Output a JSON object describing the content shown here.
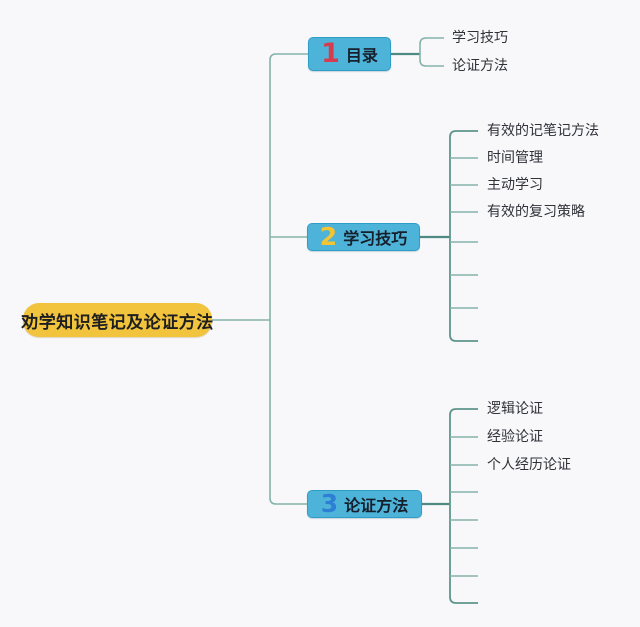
{
  "title": "劝学知识笔记及论证方法思维导图",
  "colors": {
    "background": "#f8f8fb",
    "root_fill": "#f2c33d",
    "branch_fill": "#4eb3d8",
    "line_light": "#85b3ab",
    "line_dark": "#4e8a81",
    "number_1": "#d63c4e",
    "number_2": "#f3c433",
    "number_3": "#2d7fd6"
  },
  "root": {
    "label": "劝学知识笔记及论证方法"
  },
  "branches": [
    {
      "number": "1",
      "number_color": "#d63c4e",
      "label": "目录",
      "children": [
        "学习技巧",
        "论证方法"
      ],
      "empty_children": 0
    },
    {
      "number": "2",
      "number_color": "#f3c433",
      "label": "学习技巧",
      "children": [
        "有效的记笔记方法",
        "时间管理",
        "主动学习",
        "有效的复习策略"
      ],
      "empty_children": 4
    },
    {
      "number": "3",
      "number_color": "#2d7fd6",
      "label": "论证方法",
      "children": [
        "逻辑论证",
        "经验论证",
        "个人经历论证"
      ],
      "empty_children": 5
    }
  ]
}
